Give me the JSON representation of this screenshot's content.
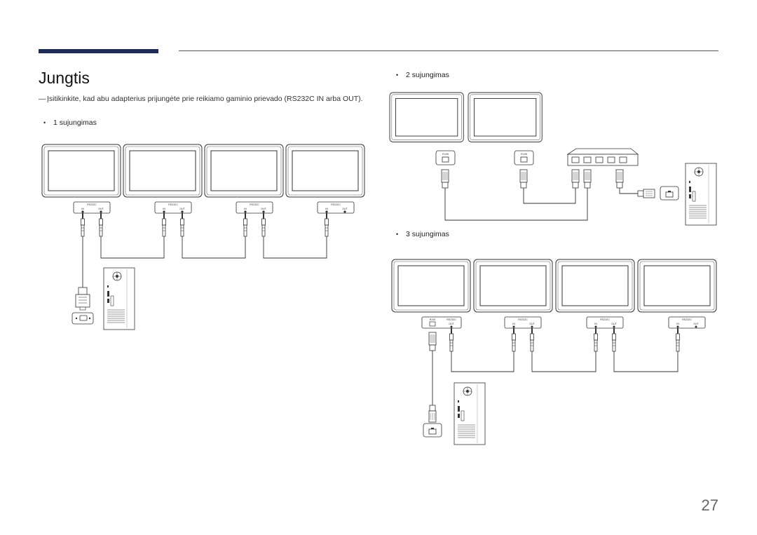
{
  "header": {
    "title": "Jungtis"
  },
  "note": {
    "dash": "―",
    "text": "Įsitikinkite, kad abu adapterius prijungėte prie reikiamo gaminio prievado (RS232C IN arba OUT)."
  },
  "sections": [
    {
      "bullet": "•",
      "label": "1 sujungimas"
    },
    {
      "bullet": "•",
      "label": "2 sujungimas"
    },
    {
      "bullet": "•",
      "label": "3 sujungimas"
    }
  ],
  "ports": {
    "rs232c": "RS232C",
    "in": "IN",
    "out": "OUT",
    "rj45": "RJ45"
  },
  "page": {
    "number": "27"
  }
}
